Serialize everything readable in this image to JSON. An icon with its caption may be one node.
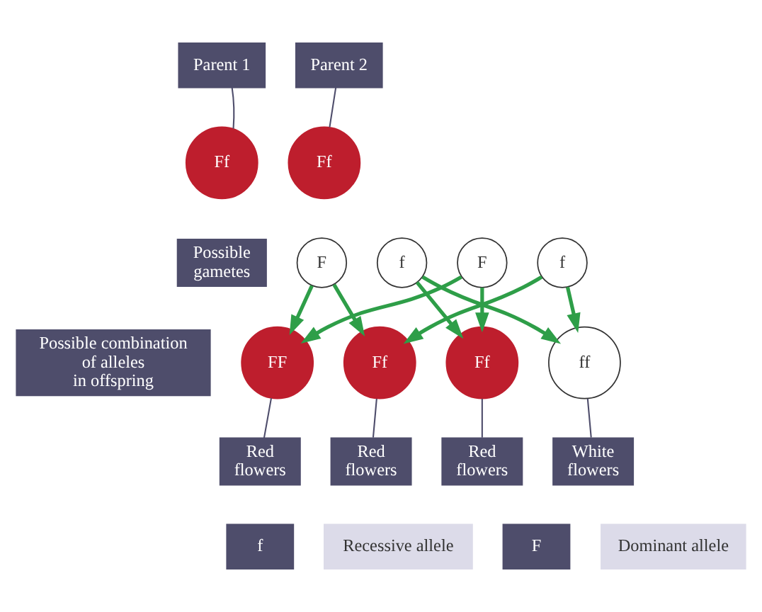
{
  "diagram": {
    "nodes": [
      {
        "text": [
          "Parent 1"
        ]
      },
      {
        "text": [
          "Ff"
        ]
      },
      {
        "text": [
          "Parent 2"
        ]
      },
      {
        "text": [
          "Ff"
        ]
      },
      {
        "text": [
          "Possible gametes"
        ]
      },
      {
        "text": [
          "F"
        ]
      },
      {
        "text": [
          "f"
        ]
      },
      {
        "text": [
          "F"
        ]
      },
      {
        "text": [
          "f"
        ]
      },
      {
        "text": [
          "Possible combination of alleles in offspring"
        ]
      },
      {
        "text": [
          "FF"
        ]
      },
      {
        "text": [
          "Ff"
        ]
      },
      {
        "text": [
          "Ff"
        ]
      },
      {
        "text": [
          "ff"
        ]
      },
      {
        "text": [
          "Red flowers"
        ]
      },
      {
        "text": [
          "Red flowers"
        ]
      },
      {
        "text": [
          "Red flowers"
        ]
      },
      {
        "text": [
          "White flowers"
        ]
      }
    ],
    "edges": [
      {
        "from": 0,
        "to": 1,
        "arrow": "none"
      },
      {
        "from": 2,
        "to": 3,
        "arrow": "none"
      },
      {
        "from": 5,
        "to": 10,
        "arrow": "to"
      },
      {
        "from": 5,
        "to": 11,
        "arrow": "to"
      },
      {
        "from": 6,
        "to": 12,
        "arrow": "to"
      },
      {
        "from": 6,
        "to": 13,
        "arrow": "to"
      },
      {
        "from": 7,
        "to": 10,
        "arrow": "to"
      },
      {
        "from": 7,
        "to": 12,
        "arrow": "to"
      },
      {
        "from": 8,
        "to": 11,
        "arrow": "to"
      },
      {
        "from": 8,
        "to": 13,
        "arrow": "to"
      },
      {
        "from": 10,
        "to": 14,
        "arrow": "none"
      },
      {
        "from": 11,
        "to": 15,
        "arrow": "none"
      },
      {
        "from": 12,
        "to": 16,
        "arrow": "none"
      },
      {
        "from": 13,
        "to": 17,
        "arrow": "none"
      }
    ],
    "labels": [
      "f",
      "Recessive allele",
      "F",
      "Dominant allele"
    ]
  }
}
